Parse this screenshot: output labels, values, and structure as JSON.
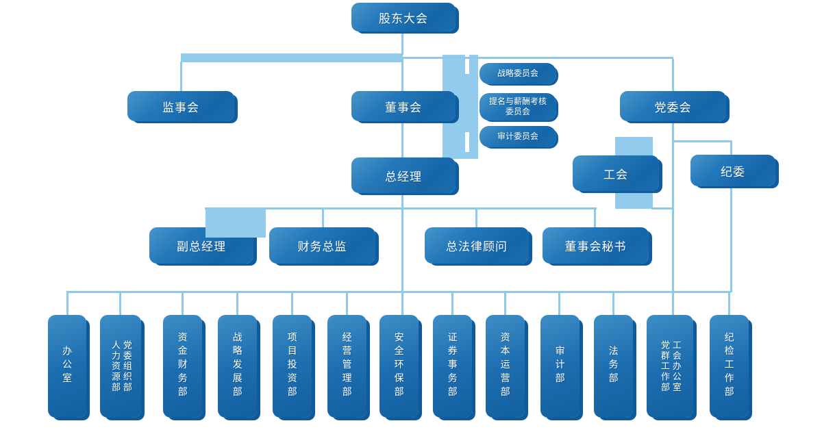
{
  "palette": {
    "box_gradient_light": "#4795ca",
    "box_gradient_dark": "#1566a9",
    "box_shadow": "#115c9e",
    "connector_line": "#8ec9eb",
    "connector_band": "#93cbec",
    "text": "#ffffff",
    "background": "#ffffff"
  },
  "nodes": {
    "shareholders_meeting": "股东大会",
    "supervisory_board": "监事会",
    "board_of_directors": "董事会",
    "party_committee": "党委会",
    "strategy_committee": "战略委员会",
    "nomination_remuneration_committee": "提名与薪酬考核\n委员会",
    "audit_committee": "审计委员会",
    "general_manager": "总经理",
    "labor_union": "工会",
    "discipline_commission": "纪委",
    "deputy_general_manager": "副总经理",
    "finance_director": "财务总监",
    "general_counsel": "总法律顾问",
    "board_secretary": "董事会秘书"
  },
  "departments": [
    "办公室",
    "党委组织部\n人力资源部",
    "资金财务部",
    "战略发展部",
    "项目投资部",
    "经营管理部",
    "安全环保部",
    "证券事务部",
    "资本运营部",
    "审计部",
    "法务部",
    "工会办公室\n党群工作部",
    "纪检工作部"
  ]
}
